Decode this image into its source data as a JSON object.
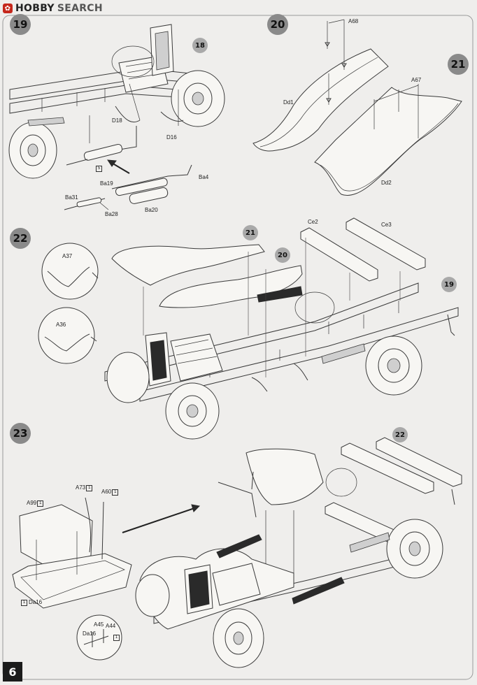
{
  "header": {
    "logo_text_1": "HOBBY",
    "logo_text_2": "SEARCH"
  },
  "page_number": "6",
  "steps": [
    {
      "number": "19",
      "labels": {
        "ref": "18",
        "d18": "D18",
        "d16": "D16",
        "ba4": "Ba4",
        "ba19": "Ba19",
        "ba31": "Ba31",
        "ba28": "Ba28",
        "ba20": "Ba20",
        "sub": "5"
      }
    },
    {
      "number": "20",
      "labels": {
        "a68": "A68",
        "dd1": "Dd1"
      }
    },
    {
      "number": "21",
      "labels": {
        "a67": "A67",
        "dd2": "Dd2"
      }
    },
    {
      "number": "22",
      "labels": {
        "ref21": "21",
        "ref20": "20",
        "ref19": "19",
        "ce2": "Ce2",
        "ce3": "Ce3",
        "a37": "A37",
        "a36": "A36"
      }
    },
    {
      "number": "23",
      "labels": {
        "ref22": "22",
        "a99": "A99",
        "a73": "A73",
        "a60": "A60",
        "da16": "Da16",
        "a45": "A45",
        "a44": "A44",
        "da16b": "Da16",
        "box": "1"
      }
    }
  ],
  "colors": {
    "paper": "#efeeec",
    "step_circle": "#8a8a8a",
    "line_art": "#3a3a3a",
    "logo_red": "#c5281c"
  }
}
